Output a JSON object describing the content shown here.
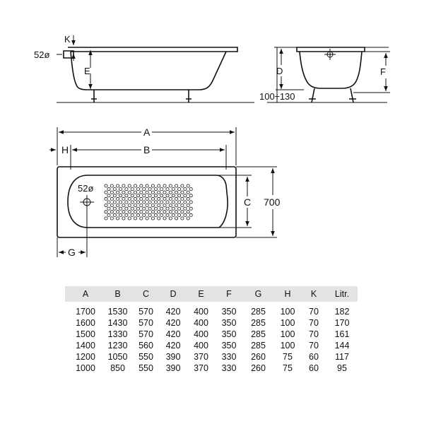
{
  "labels": {
    "k": "K",
    "e": "E",
    "d": "D",
    "f": "F",
    "a": "A",
    "b": "B",
    "c": "C",
    "g": "G",
    "h": "H",
    "diameter_side": "52ø",
    "diameter_top": "52ø",
    "leg_height": "100÷130",
    "width": "700"
  },
  "table": {
    "headers": [
      "A",
      "B",
      "C",
      "D",
      "E",
      "F",
      "G",
      "H",
      "K",
      "Litr."
    ],
    "rows": [
      [
        "1700",
        "1530",
        "570",
        "420",
        "400",
        "350",
        "285",
        "100",
        "70",
        "182"
      ],
      [
        "1600",
        "1430",
        "570",
        "420",
        "400",
        "350",
        "285",
        "100",
        "70",
        "170"
      ],
      [
        "1500",
        "1330",
        "570",
        "420",
        "400",
        "350",
        "285",
        "100",
        "70",
        "161"
      ],
      [
        "1400",
        "1230",
        "560",
        "420",
        "400",
        "350",
        "285",
        "100",
        "70",
        "144"
      ],
      [
        "1200",
        "1050",
        "550",
        "390",
        "370",
        "330",
        "260",
        "75",
        "60",
        "117"
      ],
      [
        "1000",
        "850",
        "550",
        "390",
        "370",
        "330",
        "260",
        "75",
        "60",
        "95"
      ]
    ]
  }
}
